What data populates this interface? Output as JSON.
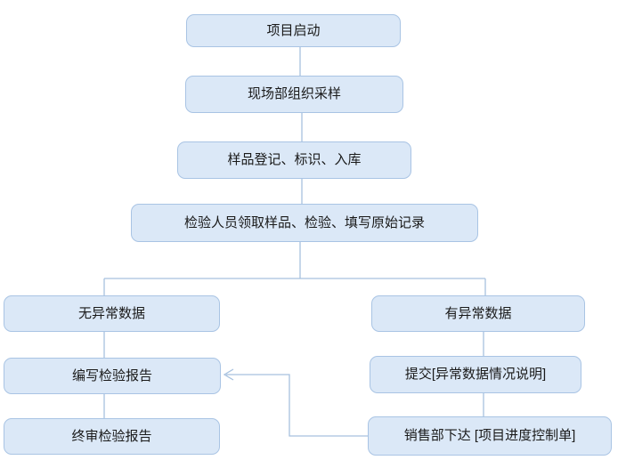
{
  "diagram": {
    "type": "flowchart",
    "nodes": [
      {
        "id": "project-start",
        "label": "项目启动"
      },
      {
        "id": "field-dept-sampling",
        "label": "现场部组织采样"
      },
      {
        "id": "sample-register-mark-store",
        "label": "样品登记、标识、入库"
      },
      {
        "id": "inspector-test-record",
        "label": "检验人员领取样品、检验、填写原始记录"
      },
      {
        "id": "no-abnormal-data",
        "label": "无异常数据"
      },
      {
        "id": "abnormal-data",
        "label": "有异常数据"
      },
      {
        "id": "write-inspection-report",
        "label": "编写检验报告"
      },
      {
        "id": "submit-abnormal-explanation",
        "label": "提交[异常数据情况说明]"
      },
      {
        "id": "final-review-report",
        "label": "终审检验报告"
      },
      {
        "id": "sales-issue-control-sheet",
        "label": "销售部下达 [项目进度控制单]"
      }
    ],
    "edges": [
      {
        "from": "project-start",
        "to": "field-dept-sampling",
        "arrow": false
      },
      {
        "from": "field-dept-sampling",
        "to": "sample-register-mark-store",
        "arrow": false
      },
      {
        "from": "sample-register-mark-store",
        "to": "inspector-test-record",
        "arrow": false
      },
      {
        "from": "inspector-test-record",
        "to": "no-abnormal-data",
        "arrow": false
      },
      {
        "from": "inspector-test-record",
        "to": "abnormal-data",
        "arrow": false
      },
      {
        "from": "no-abnormal-data",
        "to": "write-inspection-report",
        "arrow": false
      },
      {
        "from": "write-inspection-report",
        "to": "final-review-report",
        "arrow": false
      },
      {
        "from": "abnormal-data",
        "to": "submit-abnormal-explanation",
        "arrow": false
      },
      {
        "from": "submit-abnormal-explanation",
        "to": "sales-issue-control-sheet",
        "arrow": false
      },
      {
        "from": "sales-issue-control-sheet",
        "to": "write-inspection-report",
        "arrow": true
      }
    ],
    "colors": {
      "node_fill": "#dbe8f7",
      "node_border": "#a9c4e4",
      "connector": "#a7c1df",
      "text": "#1a1a1a",
      "background": "#ffffff"
    }
  }
}
